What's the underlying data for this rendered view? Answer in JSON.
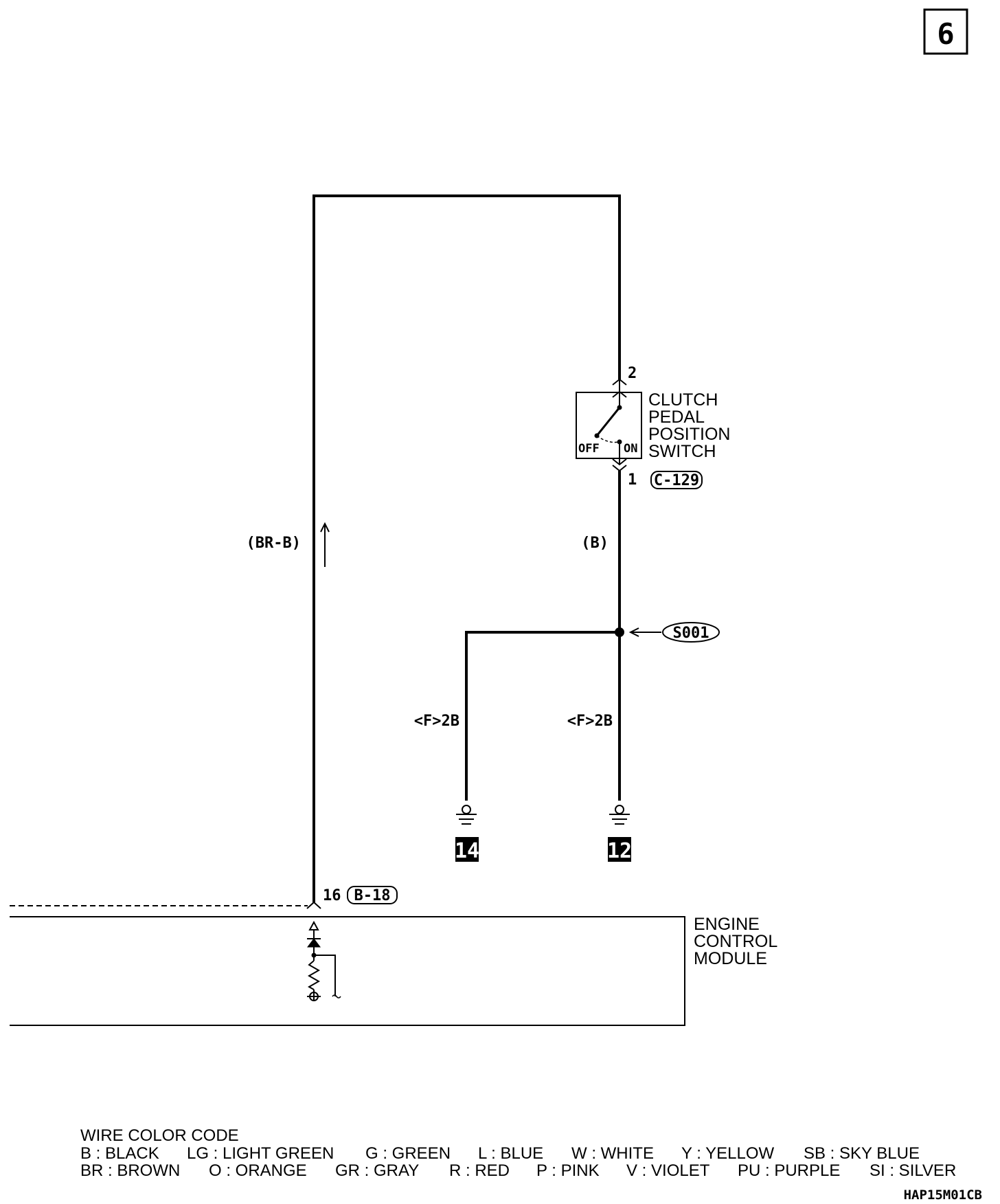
{
  "page_number": "6",
  "components": {
    "clutch_switch": {
      "name_lines": [
        "CLUTCH",
        "PEDAL",
        "POSITION",
        "SWITCH"
      ],
      "connector": "C-129",
      "terminal_top": "2",
      "terminal_bottom": "1",
      "state_off": "OFF",
      "state_on": "ON"
    },
    "ecm": {
      "name_lines": [
        "ENGINE",
        "CONTROL",
        "MODULE"
      ],
      "connector": "B-18",
      "terminal": "16"
    },
    "splice": {
      "label": "S001"
    },
    "grounds": [
      {
        "number": "14"
      },
      {
        "number": "12"
      }
    ]
  },
  "wires": {
    "left_wire": "(BR-B)",
    "right_wire": "(B)",
    "ground_wire_left": "<F>2B",
    "ground_wire_right": "<F>2B"
  },
  "legend": {
    "title": "WIRE COLOR CODE",
    "row1": [
      "B : BLACK",
      "LG : LIGHT GREEN",
      "G : GREEN",
      "L : BLUE",
      "W : WHITE",
      "Y : YELLOW",
      "SB : SKY BLUE"
    ],
    "row2": [
      "BR : BROWN",
      "O : ORANGE",
      "GR : GRAY",
      "R : RED",
      "P : PINK",
      "V : VIOLET",
      "PU : PURPLE",
      "SI : SILVER"
    ]
  },
  "drawing_code": "HAP15M01CB"
}
